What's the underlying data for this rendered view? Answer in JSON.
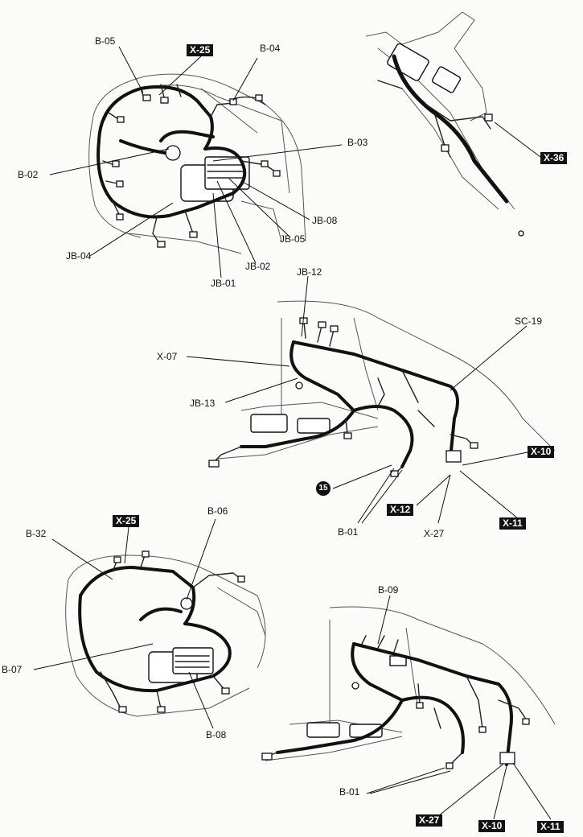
{
  "views": {
    "top_left": {
      "labels": [
        "B-05",
        "X-25",
        "B-04",
        "B-03",
        "B-02",
        "JB-08",
        "JB-04",
        "JB-05",
        "JB-02",
        "JB-01"
      ]
    },
    "top_right": {
      "labels": [
        "X-36"
      ]
    },
    "middle": {
      "labels": [
        "JB-12",
        "SC-19",
        "X-07",
        "JB-13",
        "X-10",
        "15",
        "X-12",
        "X-11",
        "B-01",
        "X-27"
      ]
    },
    "bottom_left": {
      "labels": [
        "B-32",
        "X-25",
        "B-06",
        "B-07",
        "B-08"
      ]
    },
    "bottom_right": {
      "labels": [
        "B-09",
        "B-01",
        "X-27",
        "X-10",
        "X-11"
      ]
    }
  },
  "colors": {
    "line": "#111111",
    "boxed_label_bg": "#111111",
    "boxed_label_text": "#ffffff"
  }
}
